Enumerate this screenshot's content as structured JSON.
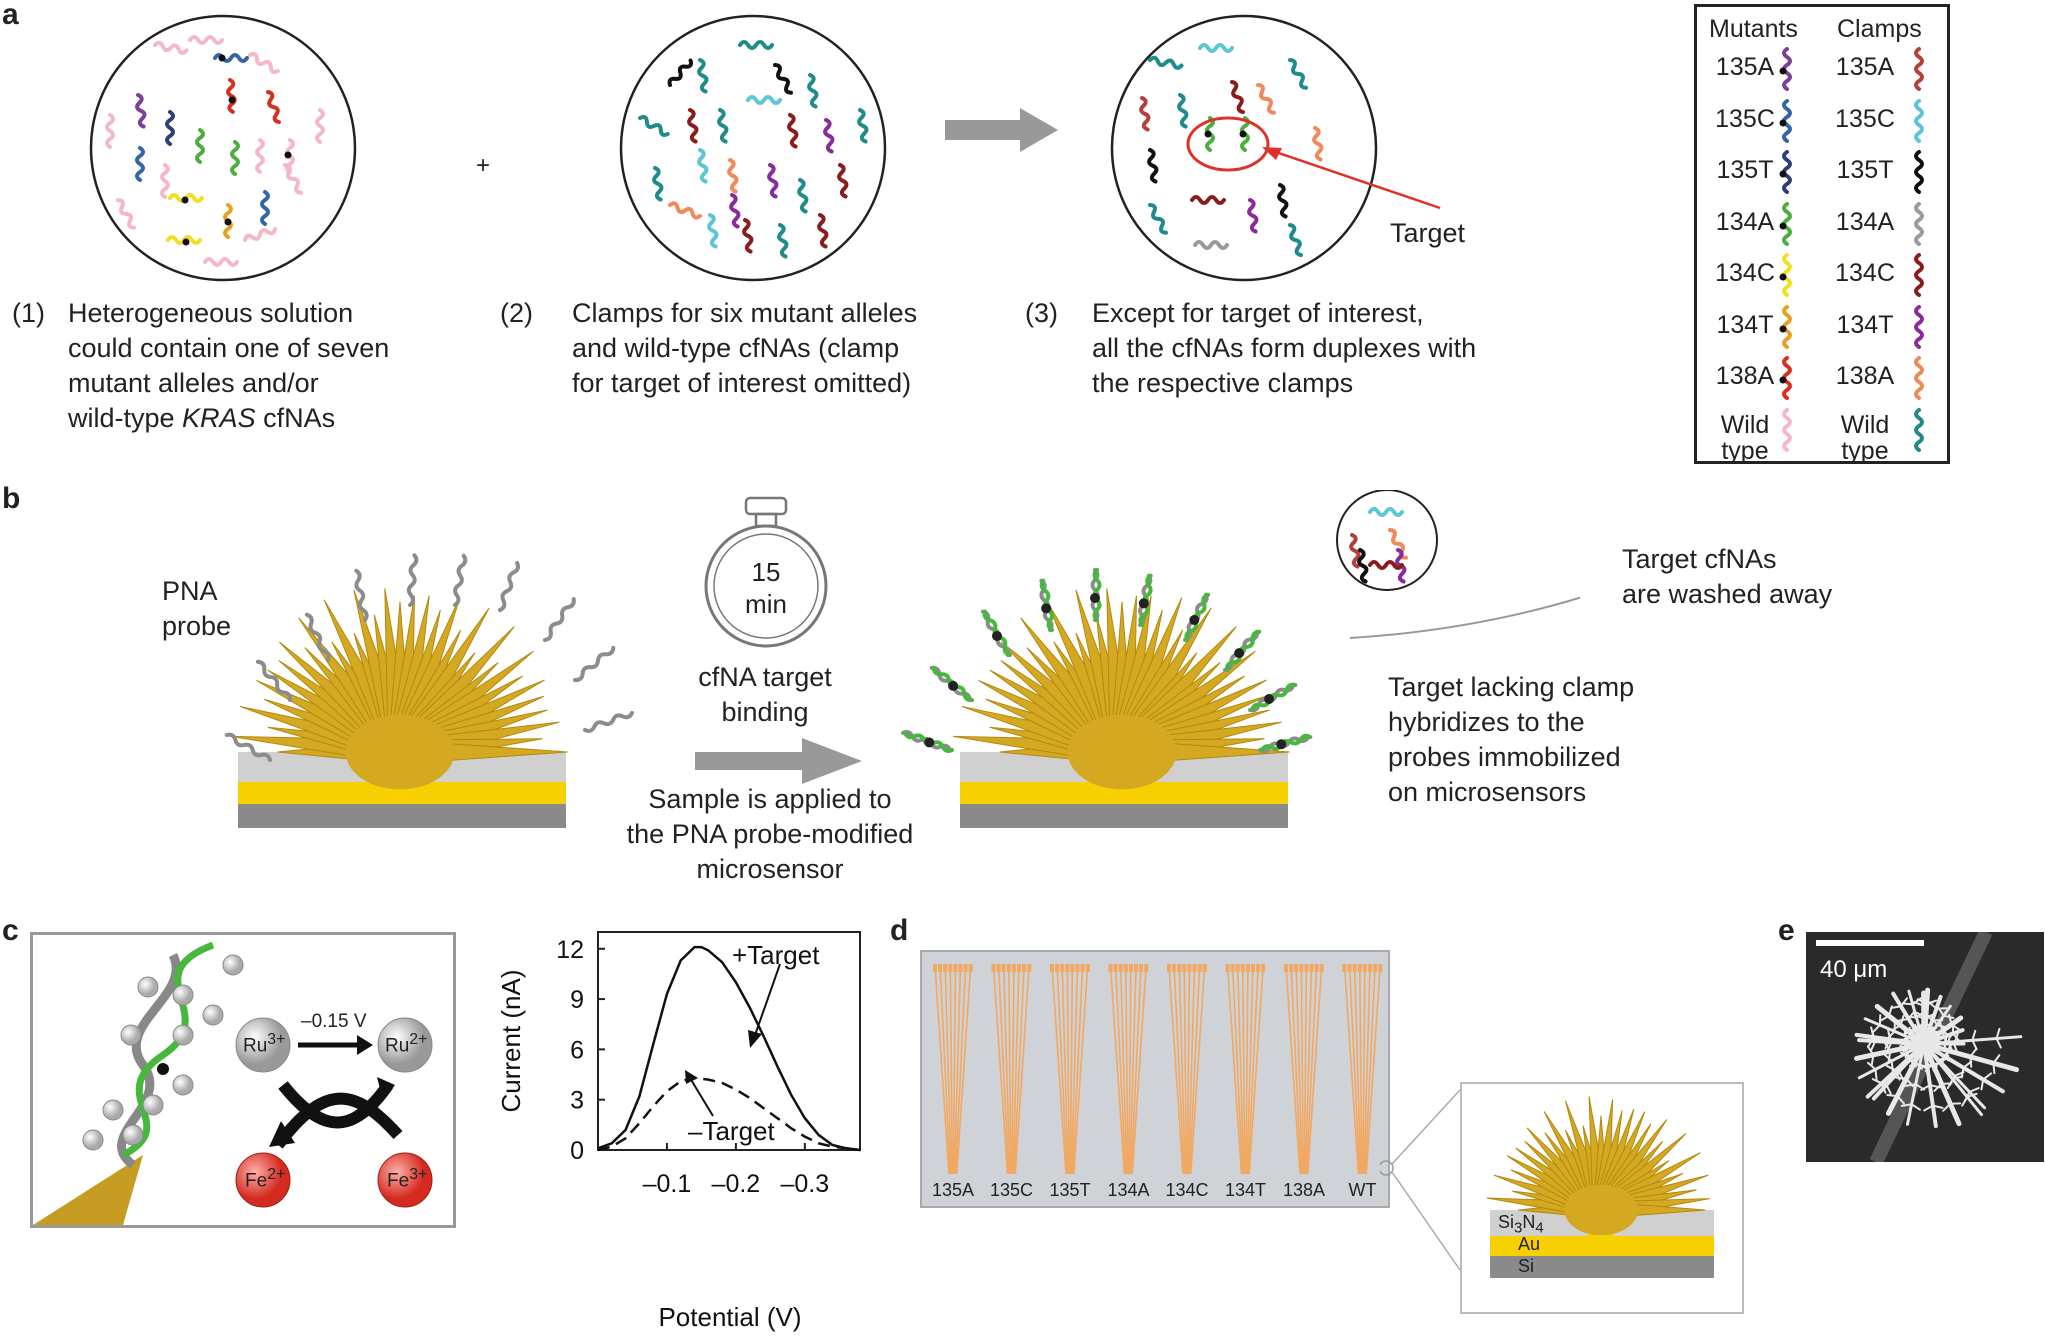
{
  "panels": {
    "a": "a",
    "b": "b",
    "c": "c",
    "d": "d",
    "e": "e"
  },
  "panel_a": {
    "plus": "+",
    "target_label": "Target",
    "steps": [
      {
        "num": "(1)",
        "lines": [
          "Heterogeneous solution",
          "could contain one of seven",
          "mutant alleles and/or"
        ],
        "last_pre": "wild-type ",
        "last_italic": "KRAS",
        "last_post": " cfNAs"
      },
      {
        "num": "(2)",
        "lines": [
          "Clamps for six mutant alleles",
          "and wild-type cfNAs (clamp",
          "for target of interest omitted)"
        ]
      },
      {
        "num": "(3)",
        "lines": [
          "Except for target of interest,",
          "all the cfNAs form duplexes with",
          "the respective clamps"
        ]
      }
    ],
    "legend": {
      "header_mutants": "Mutants",
      "header_clamps": "Clamps",
      "rows": [
        {
          "mutant": "135A",
          "clamp": "135A",
          "mcolor": "#7b3f9a",
          "ccolor": "#b5403a"
        },
        {
          "mutant": "135C",
          "clamp": "135C",
          "mcolor": "#3565a8",
          "ccolor": "#5cc6d6"
        },
        {
          "mutant": "135T",
          "clamp": "135T",
          "mcolor": "#2d3e78",
          "ccolor": "#111111"
        },
        {
          "mutant": "134A",
          "clamp": "134A",
          "mcolor": "#4cae3f",
          "ccolor": "#9a9a9a"
        },
        {
          "mutant": "134C",
          "clamp": "134C",
          "mcolor": "#f0e020",
          "ccolor": "#8b1c1c"
        },
        {
          "mutant": "134T",
          "clamp": "134T",
          "mcolor": "#e8a020",
          "ccolor": "#8a2a9c"
        },
        {
          "mutant": "138A",
          "clamp": "138A",
          "mcolor": "#d63020",
          "ccolor": "#f08a5a"
        },
        {
          "mutant": "Wild type",
          "clamp": "Wild type",
          "mcolor": "#f4b8c8",
          "ccolor": "#1f8b8b"
        }
      ]
    }
  },
  "panel_b": {
    "pna_probe": [
      "PNA",
      "probe"
    ],
    "timer_value": "15",
    "timer_unit": "min",
    "binding": [
      "cfNA target",
      "binding"
    ],
    "sample": [
      "Sample is applied to",
      "the PNA probe-modified",
      "microsensor"
    ],
    "washed": [
      "Target cfNAs",
      "are washed away"
    ],
    "hybridize": [
      "Target lacking clamp",
      "hybridizes to the",
      "probes immobilized",
      "on microsensors"
    ]
  },
  "panel_c": {
    "ru3": "Ru",
    "ru3_sup": "3+",
    "ru2": "Ru",
    "ru2_sup": "2+",
    "fe2": "Fe",
    "fe2_sup": "2+",
    "fe3": "Fe",
    "fe3_sup": "3+",
    "voltage": "–0.15 V"
  },
  "chart_data": {
    "type": "line",
    "xlabel": "Potential (V)",
    "ylabel": "Current (nA)",
    "x_ticks": [
      "–0.1",
      "–0.2",
      "–0.3"
    ],
    "y_ticks": [
      "0",
      "3",
      "6",
      "9",
      "12"
    ],
    "xlim": [
      0.0,
      -0.38
    ],
    "ylim": [
      0,
      13
    ],
    "series": [
      {
        "name": "+Target",
        "style": "solid",
        "x": [
          0.0,
          -0.02,
          -0.04,
          -0.06,
          -0.08,
          -0.1,
          -0.12,
          -0.14,
          -0.15,
          -0.16,
          -0.18,
          -0.2,
          -0.22,
          -0.24,
          -0.26,
          -0.28,
          -0.3,
          -0.32,
          -0.34,
          -0.36,
          -0.38
        ],
        "y": [
          0.1,
          0.4,
          1.2,
          3.2,
          6.3,
          9.3,
          11.3,
          12.1,
          12.1,
          11.9,
          11.2,
          10.0,
          8.5,
          6.8,
          5.0,
          3.3,
          1.9,
          0.9,
          0.3,
          0.1,
          0.0
        ]
      },
      {
        "name": "–Target",
        "style": "dashed",
        "x": [
          0.0,
          -0.02,
          -0.04,
          -0.06,
          -0.08,
          -0.1,
          -0.12,
          -0.14,
          -0.16,
          -0.18,
          -0.2,
          -0.22,
          -0.24,
          -0.26,
          -0.28,
          -0.3,
          -0.32,
          -0.34,
          -0.36,
          -0.38
        ],
        "y": [
          0.0,
          0.2,
          0.7,
          1.6,
          2.6,
          3.5,
          4.1,
          4.3,
          4.2,
          4.0,
          3.6,
          3.1,
          2.5,
          1.9,
          1.3,
          0.8,
          0.4,
          0.2,
          0.1,
          0.0
        ]
      }
    ]
  },
  "panel_d": {
    "sensors": [
      "135A",
      "135C",
      "135T",
      "134A",
      "134C",
      "134T",
      "138A",
      "WT"
    ],
    "layer_si3n4": "Si",
    "layer_si3n4_sub1": "3",
    "layer_si3n4_mid": "N",
    "layer_si3n4_sub2": "4",
    "layer_au": "Au",
    "layer_si": "Si"
  },
  "panel_e": {
    "scale": "40 μm"
  }
}
